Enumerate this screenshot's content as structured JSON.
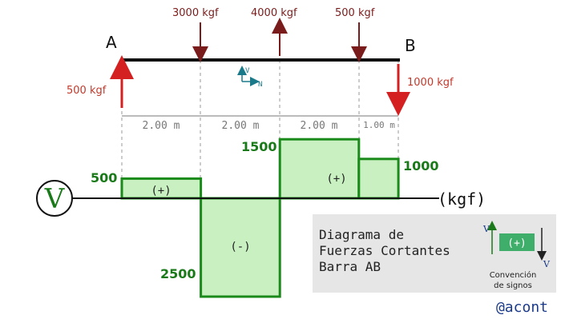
{
  "beam": {
    "left_end": "A",
    "right_end": "B"
  },
  "loads": [
    {
      "label": "500 kgf",
      "direction": "up"
    },
    {
      "label": "3000 kgf",
      "direction": "down"
    },
    {
      "label": "4000 kgf",
      "direction": "up"
    },
    {
      "label": "500 kgf",
      "direction": "down"
    },
    {
      "label": "1000 kgf",
      "direction": "up-reaction-shown-down"
    }
  ],
  "axes_icon": {
    "v": "V",
    "n": "N"
  },
  "segments": [
    {
      "label": "2.00 m",
      "length": 2.0
    },
    {
      "label": "2.00 m",
      "length": 2.0
    },
    {
      "label": "2.00 m",
      "length": 2.0
    },
    {
      "label": "1.00 m",
      "length": 1.0
    }
  ],
  "shear": {
    "values": [
      {
        "from": 0,
        "to": 2,
        "value": 500
      },
      {
        "from": 2,
        "to": 4,
        "value": -2500
      },
      {
        "from": 4,
        "to": 6,
        "value": 1500
      },
      {
        "from": 6,
        "to": 7,
        "value": 1000
      }
    ],
    "labels": {
      "v500": "500",
      "v1500": "1500",
      "v1000": "1000",
      "v2500": "2500"
    },
    "signs": {
      "pos1": "(+)",
      "neg": "(-)",
      "pos2": "(+)"
    },
    "axis_unit": "(kgf)",
    "symbol": "V"
  },
  "legend": {
    "line1": "Diagrama de",
    "line2": "Fuerzas Cortantes",
    "line3": "Barra AB",
    "conv_v_top": "V",
    "conv_v_bottom": "V",
    "conv_sign": "(+)",
    "conv_label1": "Convención",
    "conv_label2": "de signos"
  },
  "author": "@acont",
  "colors": {
    "fill": "#c8f0c0",
    "stroke": "#1a8a1a",
    "load_red": "#d42020",
    "load_dark": "#7a1c1c",
    "legend_bg": "#e6e6e6"
  }
}
